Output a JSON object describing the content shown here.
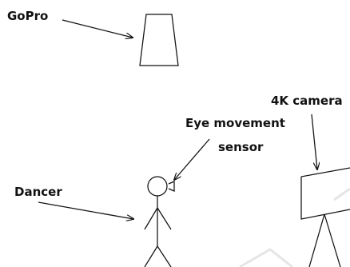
{
  "labels": {
    "gopro": "GoPro",
    "dancer": "Dancer",
    "eye_sensor_line1": "Eye movement",
    "eye_sensor_line2": "sensor",
    "camera_4k": "4K camera"
  },
  "colors": {
    "ink": "#111111",
    "background": "#ffffff",
    "watermark": "#e5e5e5"
  }
}
